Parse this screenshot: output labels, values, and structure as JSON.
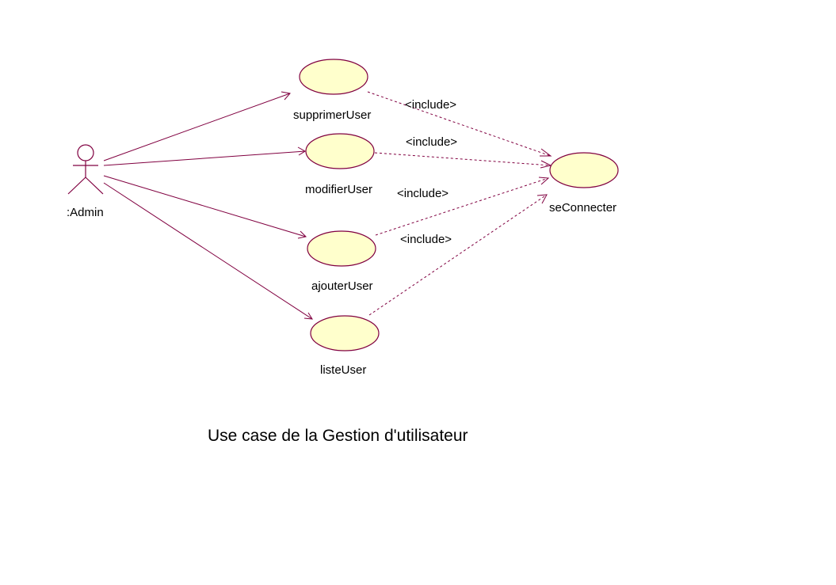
{
  "colors": {
    "line": "#800040",
    "usecase_fill": "#ffffcc",
    "text": "#000000",
    "background": "#ffffff"
  },
  "actor": {
    "label": ":Admin"
  },
  "use_cases": {
    "supprimer": "supprimerUser",
    "modifier": "modifierUser",
    "ajouter": "ajouterUser",
    "liste": "listeUser",
    "connecter": "seConnecter"
  },
  "include_labels": [
    "<include>",
    "<include>",
    "<include>",
    "<include>"
  ],
  "caption": "Use case de la Gestion d'utilisateur"
}
